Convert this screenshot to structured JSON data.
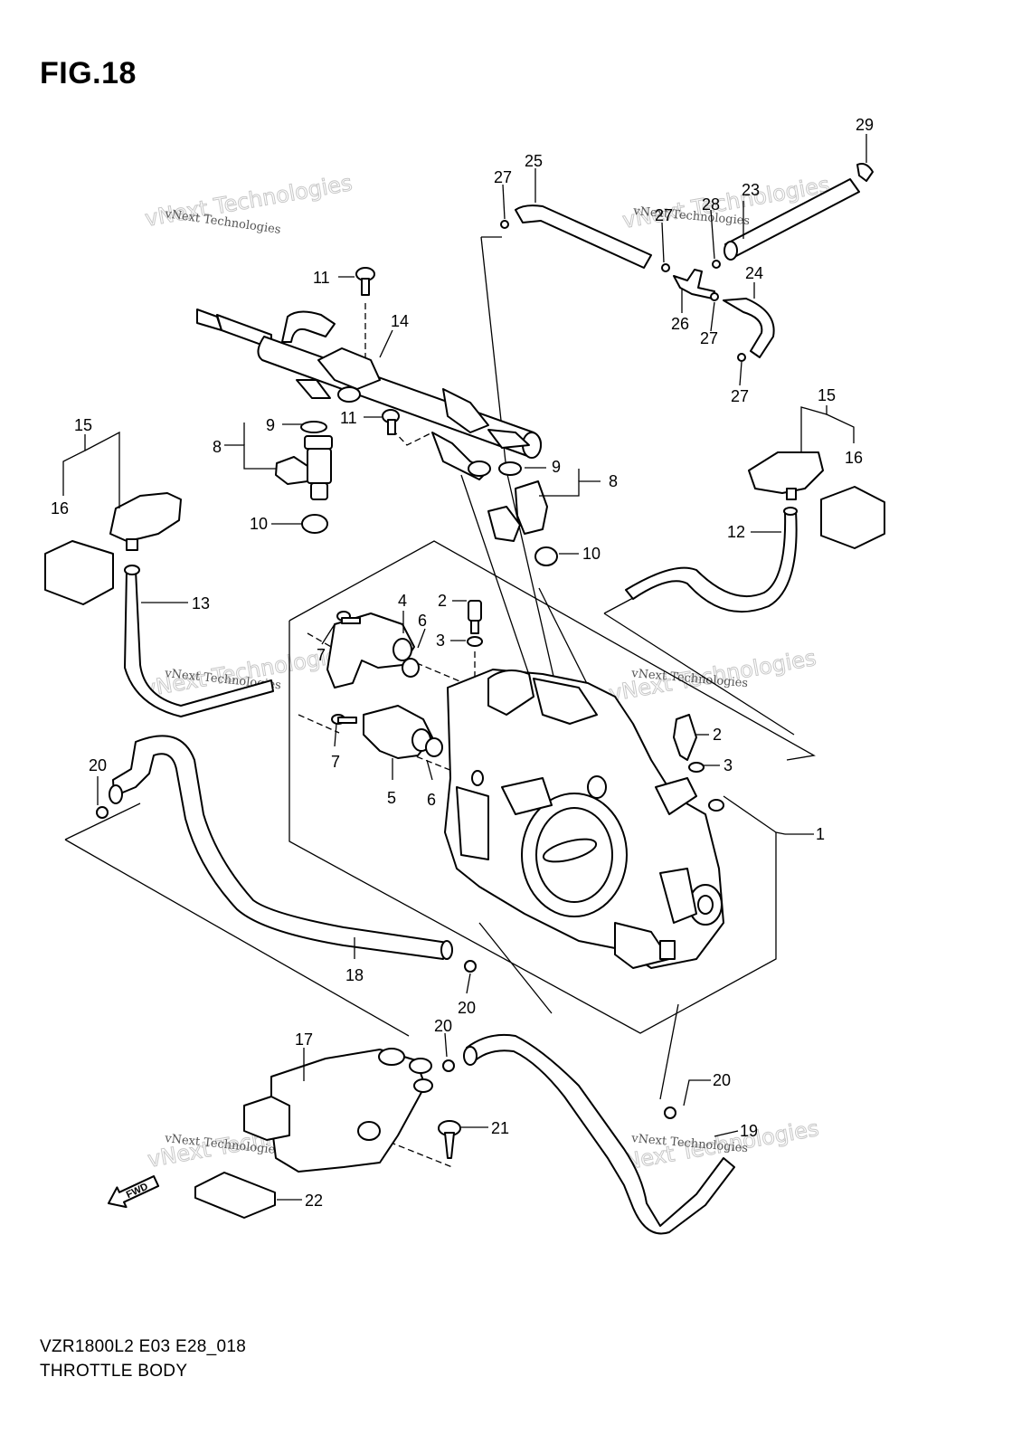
{
  "figure_title": "FIG.18",
  "footer": {
    "model_code": "VZR1800L2 E03 E28_018",
    "section_name": "THROTTLE BODY"
  },
  "watermark": {
    "line_text": "vNext Technologies",
    "big_text": "vNext Technologies"
  },
  "fwd_arrow_label": "FWD",
  "callouts": [
    "1",
    "2",
    "2",
    "3",
    "3",
    "4",
    "5",
    "6",
    "6",
    "7",
    "7",
    "8",
    "8",
    "9",
    "9",
    "10",
    "10",
    "11",
    "11",
    "12",
    "13",
    "14",
    "15",
    "15",
    "16",
    "16",
    "17",
    "18",
    "19",
    "20",
    "20",
    "20",
    "20",
    "21",
    "22",
    "23",
    "24",
    "25",
    "26",
    "27",
    "27",
    "27",
    "27",
    "28",
    "29"
  ]
}
